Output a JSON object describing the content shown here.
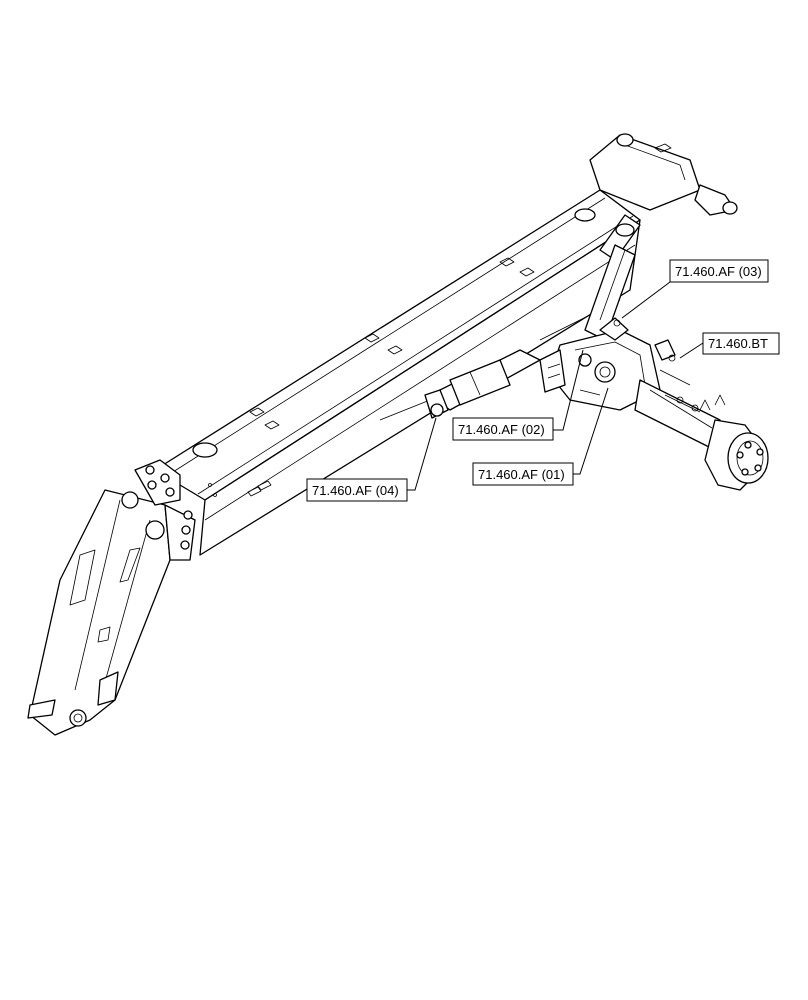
{
  "callouts": {
    "af03": "71.460.AF (03)",
    "bt": "71.460.BT",
    "af02": "71.460.AF (02)",
    "af01": "71.460.AF (01)",
    "af04": "71.460.AF (04)"
  }
}
